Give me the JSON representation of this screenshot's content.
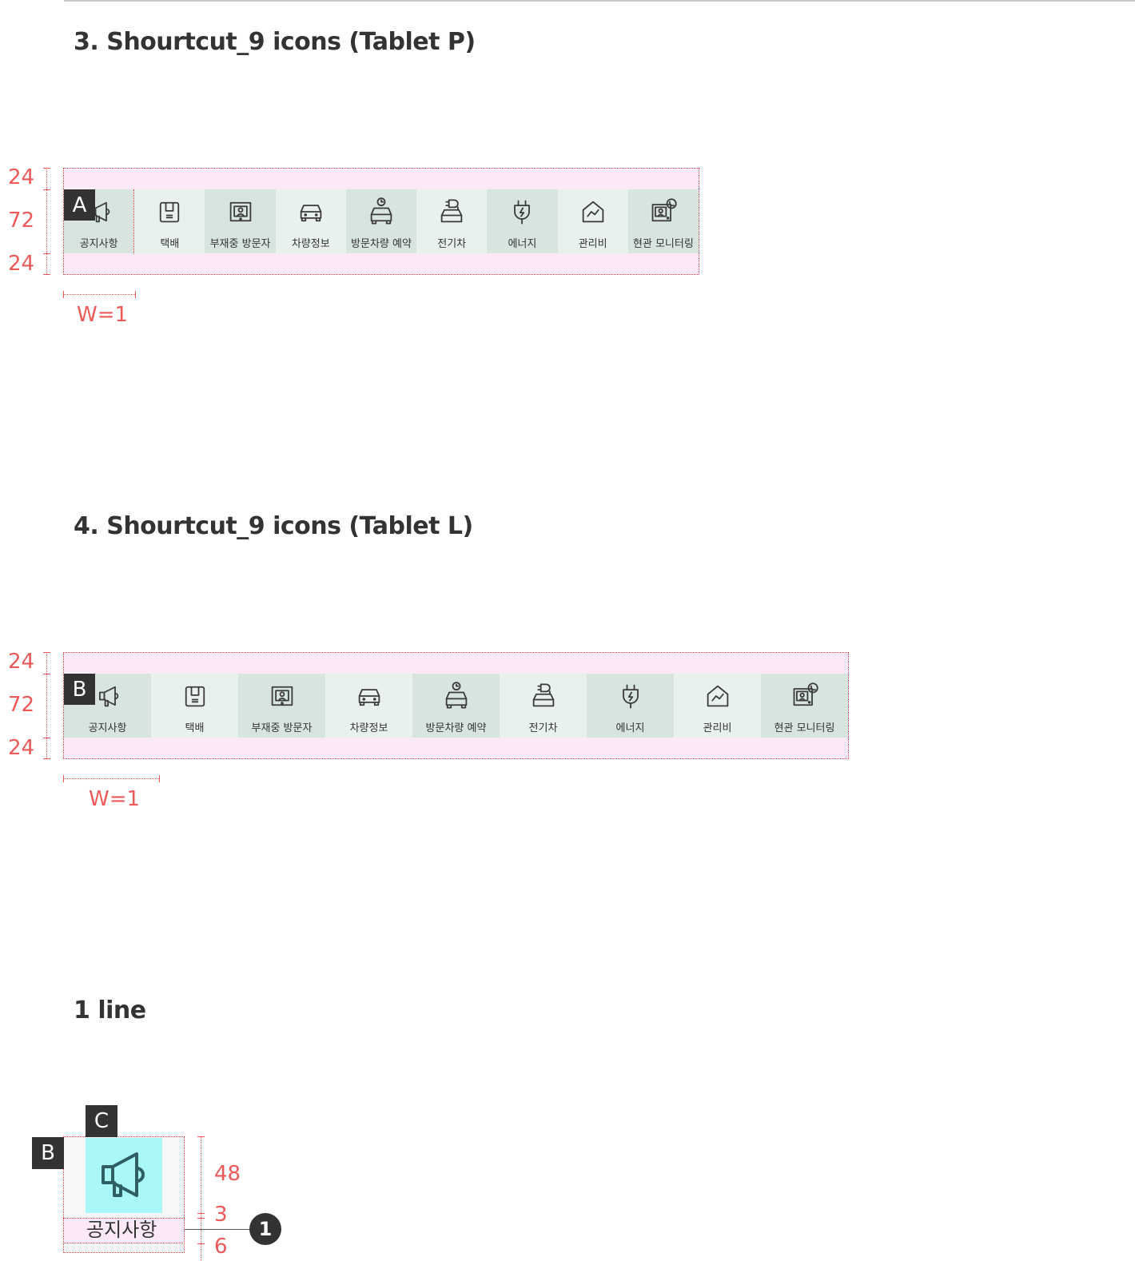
{
  "sections": {
    "tablet_p": {
      "title": "3. Shourtcut_9 icons  (Tablet P)",
      "badge": "A",
      "width_label": "W=1"
    },
    "tablet_l": {
      "title": "4. Shourtcut_9 icons (Tablet L)",
      "badge": "B",
      "width_label": "W=1"
    },
    "one_line": {
      "title": "1 line"
    }
  },
  "dimensions": {
    "top_padding": "24",
    "row_height": "72",
    "bottom_padding": "24",
    "icon_area": "48",
    "gap": "3",
    "label_bottom": "6"
  },
  "shortcuts": [
    {
      "label": "공지사항",
      "icon": "megaphone-icon"
    },
    {
      "label": "택배",
      "icon": "parcel-icon"
    },
    {
      "label": "부재중 방문자",
      "icon": "visitor-photo-icon"
    },
    {
      "label": "차량정보",
      "icon": "car-icon"
    },
    {
      "label": "방문차량 예약",
      "icon": "car-reservation-icon"
    },
    {
      "label": "전기차",
      "icon": "electric-car-icon"
    },
    {
      "label": "에너지",
      "icon": "plug-icon"
    },
    {
      "label": "관리비",
      "icon": "house-chart-icon"
    },
    {
      "label": "현관 모니터링",
      "icon": "door-monitor-icon"
    }
  ],
  "detail": {
    "badge_c": "C",
    "badge_b": "B",
    "label": "공지사항",
    "callout": "1"
  },
  "colors": {
    "accent_red": "#ee5a5a",
    "band_pink": "#fce9f8",
    "cell_dark": "#d8e4de",
    "cell_light": "#e8f1ec",
    "icon_highlight": "#aaf7f7",
    "badge_bg": "#333333"
  }
}
